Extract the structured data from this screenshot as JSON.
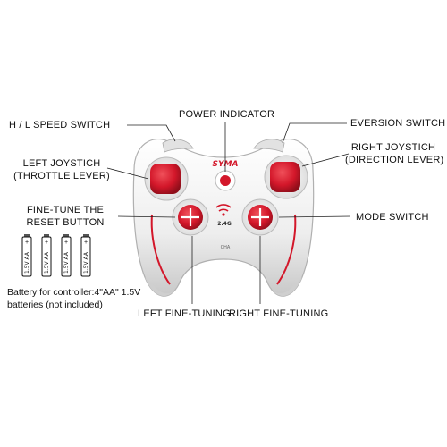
{
  "labels": {
    "hl_speed_switch": "H / L SPEED SWITCH",
    "power_indicator": "POWER INDICATOR",
    "eversion_switch": "EVERSION SWITCH",
    "left_joystick_l1": "LEFT JOYSTICH",
    "left_joystick_l2": "(THROTTLE LEVER)",
    "right_joystick_l1": "RIGHT JOYSTICH",
    "right_joystick_l2": "(DIRECTION LEVER)",
    "fine_tune_reset_l1": "FINE-TUNE THE",
    "fine_tune_reset_l2": "RESET BUTTON",
    "mode_switch": "MODE SWITCH",
    "left_fine_tuning": "LEFT FINE-TUNING",
    "right_fine_tuning": "RIGHT FINE-TUNING"
  },
  "battery": {
    "cell_label": "1.5V AA",
    "plus_sign": "+",
    "count": 4,
    "note_l1": "Battery for controller:4\"AA\" 1.5V",
    "note_l2": "batteries (not included)"
  },
  "controller": {
    "brand": "SYMA",
    "freq_badge": "2.4G",
    "model": "CHA"
  },
  "colors": {
    "red": "#d3172a",
    "dark_red": "#8e0e1a",
    "body_white": "#f4f4f4",
    "body_shadow": "#bdbdbd",
    "callout_line": "#222222"
  }
}
